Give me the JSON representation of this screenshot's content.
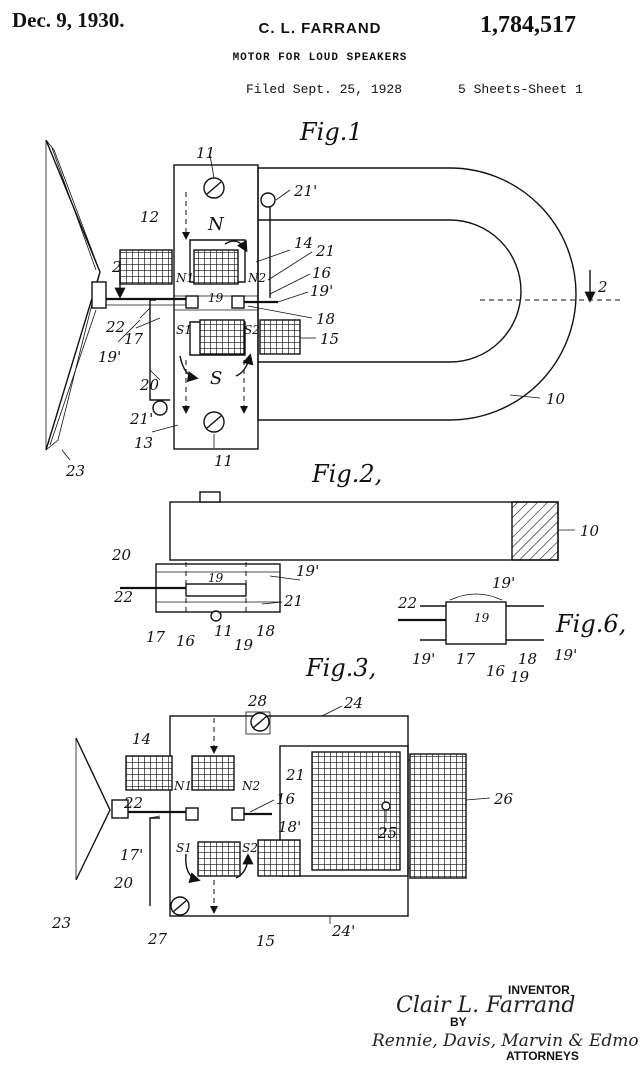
{
  "header": {
    "date": "Dec. 9, 1930.",
    "inventor_name": "C. L. FARRAND",
    "patent_number": "1,784,517",
    "title": "MOTOR FOR LOUD SPEAKERS",
    "filed": "Filed Sept. 25, 1928",
    "sheets": "5 Sheets-Sheet 1"
  },
  "figures": {
    "fig1": "Fig.1",
    "fig2": "Fig.2,",
    "fig3": "Fig.3,",
    "fig6": "Fig.6,"
  },
  "fig1_labels": {
    "l11a": "11",
    "l21p_a": "21'",
    "l12": "12",
    "lN": "N",
    "l14": "14",
    "l21": "21",
    "l16": "16",
    "l19p_a": "19'",
    "l2a": "2",
    "l2b": "2",
    "lN1": "N1",
    "lN2": "N2",
    "l19": "19",
    "l22": "22",
    "l17": "17",
    "l19p_b": "19'",
    "lS1": "S1",
    "lS2": "S2",
    "l18": "18",
    "l15": "15",
    "lS": "S",
    "l20": "20",
    "l21p_b": "21'",
    "l10": "10",
    "l13": "13",
    "l11b": "11",
    "l23": "23"
  },
  "fig2_labels": {
    "l10": "10",
    "l20": "20",
    "l19": "19",
    "l19p": "19'",
    "l22": "22",
    "l21": "21",
    "l17": "17",
    "l16": "16",
    "l11": "11",
    "l18": "18",
    "l19b": "19"
  },
  "fig6_labels": {
    "l19p_top": "19'",
    "l22": "22",
    "l19": "19",
    "l19p_l": "19'",
    "l17": "17",
    "l16": "16",
    "l18": "18",
    "l19b": "19",
    "l19p_r": "19'"
  },
  "fig3_labels": {
    "l28": "28",
    "l24": "24",
    "l14": "14",
    "lN1": "N1",
    "lN2": "N2",
    "l21": "21",
    "l26": "26",
    "l22": "22",
    "l16": "16",
    "l18p": "18'",
    "l25": "25",
    "l17p": "17'",
    "lS1": "S1",
    "lS2": "S2",
    "l20": "20",
    "l23": "23",
    "l27": "27",
    "l15": "15",
    "l24p": "24'"
  },
  "signature": {
    "inventor_label": "INVENTOR",
    "inventor_signature": "Clair L. Farrand",
    "by": "BY",
    "attorney_signature": "Rennie, Davis, Marvin & Edmonds",
    "attorneys_label": "ATTORNEYS"
  }
}
